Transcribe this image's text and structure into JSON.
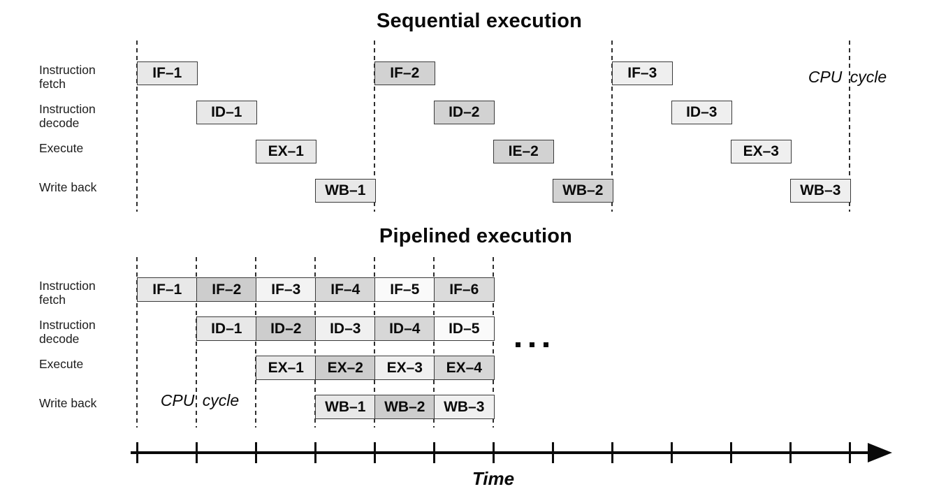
{
  "colors": {
    "text": "#0a0a0a",
    "box_border": "#3a3a3a",
    "dash_line": "#2e2e2e",
    "axis": "#0a0a0a"
  },
  "sequential": {
    "title": "Sequential execution",
    "cpu_cycle_label": "CPU cycle",
    "row_labels": [
      {
        "lines": [
          "Instruction",
          "fetch"
        ]
      },
      {
        "lines": [
          "Instruction",
          "decode"
        ]
      },
      {
        "lines": [
          "Execute"
        ]
      },
      {
        "lines": [
          "Write back"
        ]
      }
    ],
    "boxes": [
      {
        "label": "IF–1",
        "row": 0,
        "cycle": 0,
        "fill": "#e8e8e8"
      },
      {
        "label": "ID–1",
        "row": 1,
        "cycle": 1,
        "fill": "#e8e8e8"
      },
      {
        "label": "EX–1",
        "row": 2,
        "cycle": 2,
        "fill": "#e8e8e8"
      },
      {
        "label": "WB–1",
        "row": 3,
        "cycle": 3,
        "fill": "#e8e8e8"
      },
      {
        "label": "IF–2",
        "row": 0,
        "cycle": 4,
        "fill": "#d2d2d2"
      },
      {
        "label": "ID–2",
        "row": 1,
        "cycle": 5,
        "fill": "#d2d2d2"
      },
      {
        "label": "IE–2",
        "row": 2,
        "cycle": 6,
        "fill": "#d2d2d2"
      },
      {
        "label": "WB–2",
        "row": 3,
        "cycle": 7,
        "fill": "#d2d2d2"
      },
      {
        "label": "IF–3",
        "row": 0,
        "cycle": 8,
        "fill": "#efefef"
      },
      {
        "label": "ID–3",
        "row": 1,
        "cycle": 9,
        "fill": "#efefef"
      },
      {
        "label": "EX–3",
        "row": 2,
        "cycle": 10,
        "fill": "#efefef"
      },
      {
        "label": "WB–3",
        "row": 3,
        "cycle": 11,
        "fill": "#efefef"
      }
    ],
    "dash_line_cycles": [
      0,
      4,
      8,
      12
    ]
  },
  "pipelined": {
    "title": "Pipelined execution",
    "cpu_cycle_label": "CPU cycle",
    "ellipsis": ". . .",
    "row_labels": [
      {
        "lines": [
          "Instruction",
          "fetch"
        ]
      },
      {
        "lines": [
          "Instruction",
          "decode"
        ]
      },
      {
        "lines": [
          "Execute"
        ]
      },
      {
        "lines": [
          "Write back"
        ]
      }
    ],
    "boxes": [
      {
        "label": "IF–1",
        "row": 0,
        "cycle": 0,
        "fill": "#e8e8e8"
      },
      {
        "label": "IF–2",
        "row": 0,
        "cycle": 1,
        "fill": "#cdcdcd"
      },
      {
        "label": "IF–3",
        "row": 0,
        "cycle": 2,
        "fill": "#f3f3f3"
      },
      {
        "label": "IF–4",
        "row": 0,
        "cycle": 3,
        "fill": "#d7d7d7"
      },
      {
        "label": "IF–5",
        "row": 0,
        "cycle": 4,
        "fill": "#fafafa"
      },
      {
        "label": "IF–6",
        "row": 0,
        "cycle": 5,
        "fill": "#dbdbdb"
      },
      {
        "label": "ID–1",
        "row": 1,
        "cycle": 1,
        "fill": "#e8e8e8"
      },
      {
        "label": "ID–2",
        "row": 1,
        "cycle": 2,
        "fill": "#cdcdcd"
      },
      {
        "label": "ID–3",
        "row": 1,
        "cycle": 3,
        "fill": "#f0f0f0"
      },
      {
        "label": "ID–4",
        "row": 1,
        "cycle": 4,
        "fill": "#d7d7d7"
      },
      {
        "label": "ID–5",
        "row": 1,
        "cycle": 5,
        "fill": "#fafafa"
      },
      {
        "label": "EX–1",
        "row": 2,
        "cycle": 2,
        "fill": "#e8e8e8"
      },
      {
        "label": "EX–2",
        "row": 2,
        "cycle": 3,
        "fill": "#cdcdcd"
      },
      {
        "label": "EX–3",
        "row": 2,
        "cycle": 4,
        "fill": "#f0f0f0"
      },
      {
        "label": "EX–4",
        "row": 2,
        "cycle": 5,
        "fill": "#d7d7d7"
      },
      {
        "label": "WB–1",
        "row": 3,
        "cycle": 3,
        "fill": "#e8e8e8"
      },
      {
        "label": "WB–2",
        "row": 3,
        "cycle": 4,
        "fill": "#cdcdcd"
      },
      {
        "label": "WB–3",
        "row": 3,
        "cycle": 5,
        "fill": "#f0f0f0"
      }
    ],
    "dash_line_cycles": [
      0,
      1,
      2,
      3,
      4,
      5,
      6
    ]
  },
  "axis": {
    "label": "Time",
    "tick_count": 13
  }
}
